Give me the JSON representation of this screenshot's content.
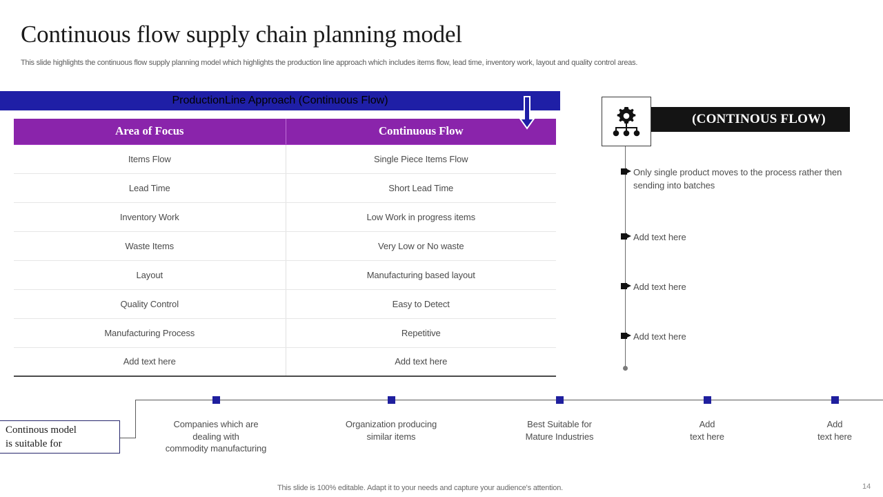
{
  "header": {
    "title": "Continuous flow supply chain planning model",
    "subtitle": "This slide highlights the continuous flow supply planning model which highlights the production line approach which includes items flow, lead time, inventory work, layout and quality control areas."
  },
  "banner": {
    "label": "ProductionLine Approach (Continuous Flow)",
    "color": "#1f1fa6",
    "arrow_icon": "arrow-down-icon"
  },
  "table": {
    "headers": [
      "Area of Focus",
      "Continuous Flow"
    ],
    "header_color": "#8a24ab",
    "rows": [
      [
        "Items Flow",
        "Single Piece Items Flow"
      ],
      [
        "Lead Time",
        "Short Lead Time"
      ],
      [
        "Inventory Work",
        "Low Work in progress items"
      ],
      [
        "Waste Items",
        "Very Low or No waste"
      ],
      [
        "Layout",
        "Manufacturing based layout"
      ],
      [
        "Quality Control",
        "Easy to Detect"
      ],
      [
        "Manufacturing Process",
        "Repetitive"
      ],
      [
        "Add text here",
        "Add text here"
      ]
    ]
  },
  "right_panel": {
    "icon": "gear-hierarchy-icon",
    "title": "(CONTINOUS FLOW)",
    "title_bar_color": "#141414",
    "bullets": [
      "Only single product  moves to the process rather then sending into batches",
      "Add text here",
      "Add text here",
      "Add text here"
    ]
  },
  "timeline": {
    "box_label_line1": "Continous model",
    "box_label_line2": "is suitable for",
    "marker_color": "#1f1f9e",
    "items": [
      "Companies which are\ndealing with\ncommodity manufacturing",
      "Organization producing\nsimilar items",
      "Best Suitable for\nMature Industries",
      "Add\ntext here",
      "Add\ntext here"
    ]
  },
  "footer": {
    "note": "This slide is 100% editable. Adapt it to your needs and capture your audience's attention.",
    "page_number": "14"
  }
}
